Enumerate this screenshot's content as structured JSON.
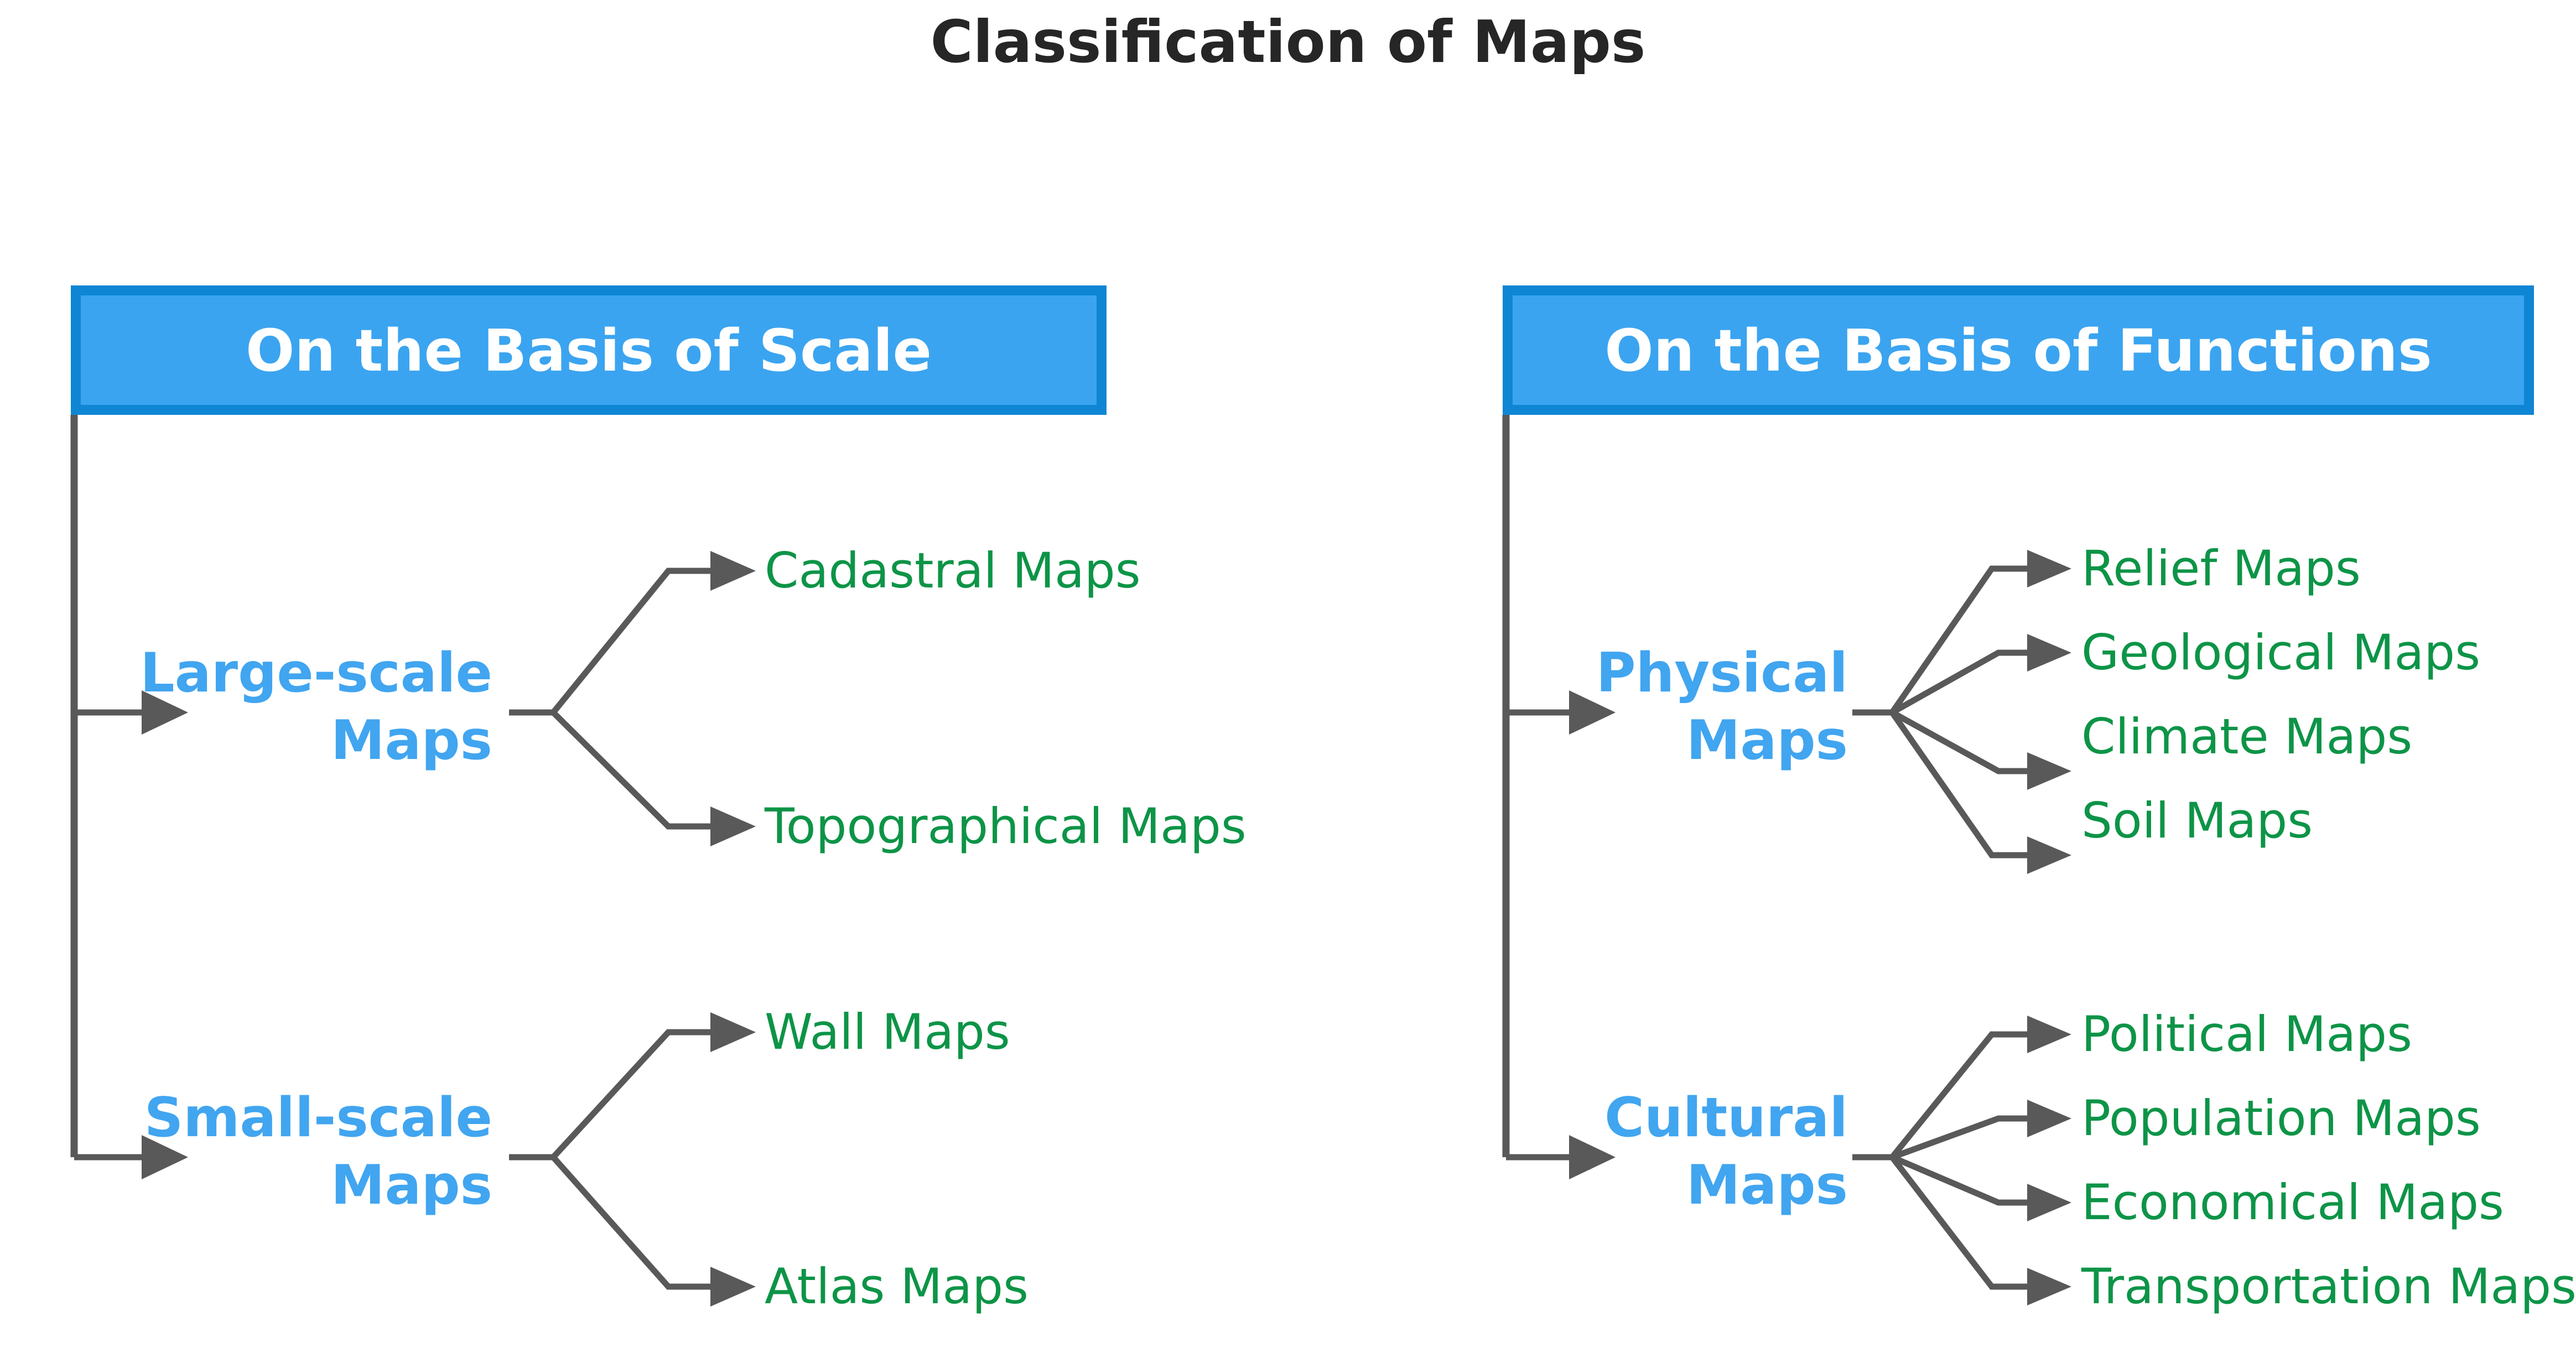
{
  "page": {
    "title": "Classification of Maps",
    "background_color": "#ffffff"
  },
  "colors": {
    "title": "#262626",
    "box_fill": "#3BA4F0",
    "box_border": "#0E86D4",
    "box_label": "#ffffff",
    "category_label": "#41A5F0",
    "leaf_label": "#0D9447",
    "connector": "#595959"
  },
  "columns": [
    {
      "id": "scale",
      "header": "On the Basis of Scale",
      "categories": [
        {
          "id": "large-scale-maps",
          "line1": "Large-scale",
          "line2": "Maps",
          "leaves": [
            {
              "label": "Cadastral Maps"
            },
            {
              "label": "Topographical Maps"
            }
          ]
        },
        {
          "id": "small-scale-maps",
          "line1": "Small-scale",
          "line2": "Maps",
          "leaves": [
            {
              "label": "Wall Maps"
            },
            {
              "label": "Atlas Maps"
            }
          ]
        }
      ]
    },
    {
      "id": "functions",
      "header": "On the Basis of Functions",
      "categories": [
        {
          "id": "physical-maps",
          "line1": "Physical",
          "line2": "Maps",
          "leaves": [
            {
              "label": "Relief Maps"
            },
            {
              "label": "Geological Maps"
            },
            {
              "label": "Climate Maps"
            },
            {
              "label": "Soil Maps"
            }
          ]
        },
        {
          "id": "cultural-maps",
          "line1": "Cultural",
          "line2": "Maps",
          "leaves": [
            {
              "label": "Political Maps"
            },
            {
              "label": "Population Maps"
            },
            {
              "label": "Economical Maps"
            },
            {
              "label": "Transportation Maps"
            }
          ]
        }
      ]
    }
  ]
}
